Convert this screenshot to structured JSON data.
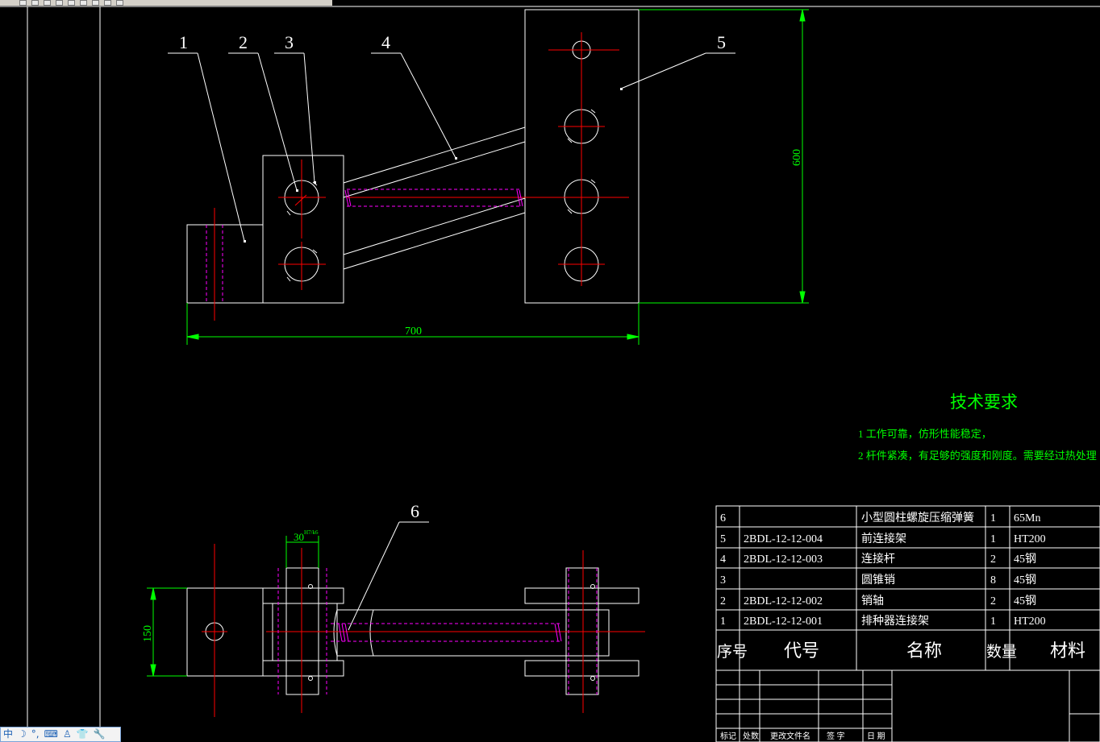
{
  "toolbar": {
    "buttons": [
      "zoom-realtime-icon",
      "zoom-window-icon",
      "zoom-previous-icon",
      "pan-icon",
      "zoom-extents-icon",
      "properties-icon",
      "layer-icon",
      "help-icon",
      "redo-icon"
    ]
  },
  "balloons": [
    "1",
    "2",
    "3",
    "4",
    "5",
    "6"
  ],
  "dimensions": {
    "width_overall": "700",
    "height_overall": "600",
    "width_side": "150",
    "fit_value": "30",
    "fit_code": "H7/k6"
  },
  "tech_req": {
    "title": "技术要求",
    "item1": "1 工作可靠，仿形性能稳定，",
    "item2": "2 杆件紧凑，有足够的强度和刚度。需要经过热处理"
  },
  "bom": {
    "rows": [
      {
        "no": "6",
        "code": "",
        "name": "小型圆柱螺旋压缩弹簧",
        "qty": "1",
        "material": "65Mn"
      },
      {
        "no": "5",
        "code": "2BDL-12-12-004",
        "name": "前连接架",
        "qty": "1",
        "material": "HT200"
      },
      {
        "no": "4",
        "code": "2BDL-12-12-003",
        "name": "连接杆",
        "qty": "2",
        "material": "45钢"
      },
      {
        "no": "3",
        "code": "",
        "name": "圆锥销",
        "qty": "8",
        "material": "45钢"
      },
      {
        "no": "2",
        "code": "2BDL-12-12-002",
        "name": "销轴",
        "qty": "2",
        "material": "45钢"
      },
      {
        "no": "1",
        "code": "2BDL-12-12-001",
        "name": "排种器连接架",
        "qty": "1",
        "material": "HT200"
      }
    ],
    "header": {
      "no": "序号",
      "code": "代号",
      "name": "名称",
      "qty": "数量",
      "material": "材料"
    }
  },
  "titleblock": {
    "mark": "标记",
    "count": "处数",
    "doc": "更改文件名",
    "sign": "签  字",
    "date": "日  期"
  },
  "ime": {
    "lang": "中",
    "moon": "☽",
    "punct": "°,",
    "keyboard": "⌨",
    "user": "♙",
    "shirt": "👕",
    "tool": "🔧"
  },
  "colors": {
    "line": "#ffffff",
    "center": "#ff0000",
    "hidden": "#ff00ff",
    "dim": "#00ff00",
    "bg": "#000000"
  }
}
